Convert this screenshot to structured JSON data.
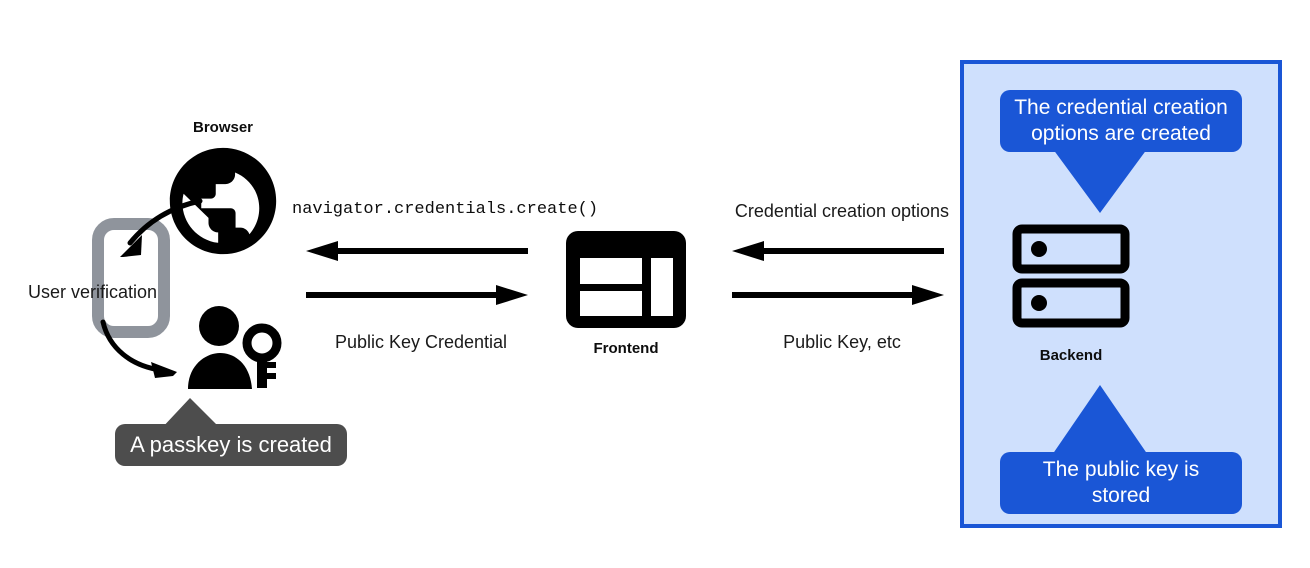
{
  "diagram": {
    "title_context": "Passkey registration flow",
    "actors": {
      "browser": {
        "label": "Browser",
        "icon": "globe-icon"
      },
      "device": {
        "label": "",
        "icon": "smartphone-icon"
      },
      "user": {
        "label": "",
        "icon": "person-with-key-icon"
      },
      "frontend": {
        "label": "Frontend",
        "icon": "webpage-layout-icon"
      },
      "backend": {
        "label": "Backend",
        "icon": "server-stack-icon"
      }
    },
    "annotations": {
      "user_verification": "User verification",
      "passkey_created": "A passkey is created"
    },
    "messages": [
      {
        "id": "msg-create-call",
        "text": "navigator.credentials.create()",
        "direction": "left",
        "style": "mono"
      },
      {
        "id": "msg-public-key-credential",
        "text": "Public Key Credential",
        "direction": "right",
        "style": "plain"
      },
      {
        "id": "msg-credential-creation-options",
        "text": "Credential creation options",
        "direction": "left",
        "style": "plain"
      },
      {
        "id": "msg-public-key-etc",
        "text": "Public Key, etc",
        "direction": "right",
        "style": "plain"
      }
    ],
    "backend_panel": {
      "callout_top": "The credential creation options are created",
      "callout_top_line1": "The credential creation",
      "callout_top_line2": "options are created",
      "callout_bottom": "The public key is stored",
      "callout_bottom_line1": "The public key is",
      "callout_bottom_line2": "stored"
    },
    "colors": {
      "accent_blue": "#1a56d6",
      "panel_fill": "#cfe0fd",
      "tooltip_gray": "#4d4d4d",
      "device_gray": "#8f949c",
      "ink": "#0d0d0d",
      "background": "#ffffff"
    }
  }
}
